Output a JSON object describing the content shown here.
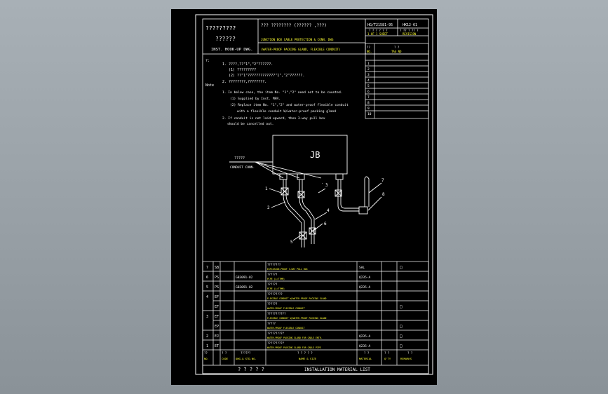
{
  "title_block": {
    "title_cn_left_1": "?????????",
    "title_cn_left_2": "??????",
    "title_en_left": "INST. HOOK-UP DWG.",
    "title_cn_main": "??? ????????   (?????? ,???)",
    "title_en_main_1": "JUNCTION BOX CABLE PROTECTION & CONN. DWG",
    "title_en_main_2": "(WATER-PROOF PACKING GLAND, FLEXIBLE CONDUIT)",
    "dwg_no": "HG/T21581-95",
    "dwg_rev": "HK12-61",
    "sheet_cn": "? ? ? ? ? ?",
    "sheet_of": "1 OF 1 SHEET",
    "revision_cn": "? ?? ? ?? ?",
    "revision_en": "REVISION",
    "ref_label": "??",
    "no_label": "NO.",
    "tag_cn": "? ?",
    "tag_en": "TAG NO"
  },
  "tag_rows": [
    "1",
    "2",
    "3",
    "4",
    "5",
    "6",
    "7",
    "8",
    "9",
    "10"
  ],
  "notes": {
    "cn_label": "?:",
    "en_label": "Note",
    "cn_1": "1.  ????,??\"1\",\"2\"??????.",
    "cn_1a": "(1) ?????????",
    "cn_1b": "(2) ??\"1\"?????????????\"1\",\"2\"??????.",
    "cn_2": "2.  ????????,????????.",
    "en_1": "1. In below case, the item No. \"1\",\"2\" need not to be counted.",
    "en_1a": "(1) Supplied by Inst. MFR.",
    "en_1b": "(2) Replace item No. \"1\",\"2\" and water-proof flexible conduit",
    "en_1c": "with a flexible conduit W/water-proof packing gland",
    "en_2": "2. If conduit is not laid upward, then 3-way pull box",
    "en_2a": "should be cancelled out."
  },
  "drawing": {
    "jb_label": "JB",
    "conduit_cn": "?????",
    "conduit_en": "CONDUIT CONN.",
    "dots": ". .",
    "callouts": [
      "1",
      "2",
      "3",
      "4",
      "5",
      "6",
      "7",
      "8"
    ]
  },
  "bom": {
    "rows": [
      {
        "no": "7",
        "code": "SB",
        "spec": "",
        "name_cn": "????????",
        "name_en": "EXPLOSION-PROOF 3-WAY PULL BOX",
        "material": "SAL",
        "qty": "",
        "remarks": "□"
      },
      {
        "no": "6",
        "code": "PS",
        "spec": "GB3091-82",
        "name_cn": "??????",
        "name_en": "PIPE (L=??MM)",
        "material": "Q235-A",
        "qty": "",
        "remarks": ""
      },
      {
        "no": "5",
        "code": "PS",
        "spec": "GB3091-82",
        "name_cn": "??????",
        "name_en": "PIPE (L=??MM)",
        "material": "Q235-A",
        "qty": "",
        "remarks": ""
      },
      {
        "no": "4",
        "code": "EF",
        "spec": "",
        "name_cn": "?????????",
        "name_en": "FLEXIBLE CONDUIT W/WATER-PROOF PACKING GLAND",
        "material": "",
        "qty": "",
        "remarks": ""
      },
      {
        "no": "",
        "code": "EF",
        "spec": "",
        "name_cn": "??????",
        "name_en": "WATER-PROOF FLEXIBLE CONDUIT",
        "material": "",
        "qty": "",
        "remarks": "□"
      },
      {
        "no": "3",
        "code": "EF",
        "spec": "",
        "name_cn": "???????????",
        "name_en": "FLEXIBLE CONDUIT W/WATER-PROOF PACKING GLAND",
        "material": "",
        "qty": "",
        "remarks": ""
      },
      {
        "no": "",
        "code": "EP",
        "spec": "",
        "name_cn": "?????",
        "name_en": "WATER-PROOF FLEXIBLE CONDUIT",
        "material": "",
        "qty": "",
        "remarks": "□"
      },
      {
        "no": "2",
        "code": "EJ",
        "spec": "",
        "name_cn": "??????????",
        "name_en": "WATER-PROOF PACKING GLAND FOR CABLE ENTR.",
        "material": "Q235-A",
        "qty": "",
        "remarks": "□"
      },
      {
        "no": "1",
        "code": "ET",
        "spec": "",
        "name_cn": "??????????",
        "name_en": "WATER-PROOF PACKING GLAND FOR CABLE PIPE",
        "material": "Q235-A",
        "qty": "",
        "remarks": "□"
      }
    ],
    "header_cn": {
      "no": "??",
      "code": "? ?",
      "spec": "??????",
      "name": "? ? ? ? ?",
      "material": "? ?",
      "qty": "? ?",
      "remarks": "? ?"
    },
    "header_en": {
      "no": "NO.",
      "code": "CODE",
      "spec": "DWG.& STD.NO.",
      "name": "NAME & SIZE",
      "material": "MATERIAL",
      "qty": "Q'TY",
      "remarks": "REMARKS"
    },
    "footer_cn": "? ? ? ? ?",
    "footer_en": "INSTALLATION MATERIAL LIST"
  }
}
